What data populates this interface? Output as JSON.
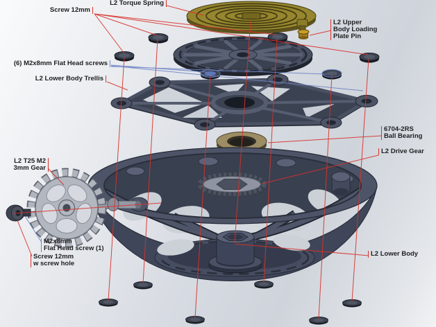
{
  "diagram_labels": {
    "screw_12mm": "Screw 12mm",
    "torque_spring": "L2 Torque Spring",
    "upper_pin_lines": [
      "L2 Upper",
      "Body Loading",
      "Plate Pin"
    ],
    "flat_head_screws": "(6) M2x8mm Flat Head screws",
    "trellis": "L2 Lower Body Trellis",
    "bearing_lines": [
      "6704-2RS",
      "Ball Bearing"
    ],
    "drive_gear": "L2 Drive Gear",
    "t25_gear_lines": [
      "L2 T25 M2",
      "3mm Gear"
    ],
    "flat_head_screw_1_lines": [
      "M2x8mm",
      "Flat Head screw (1)"
    ],
    "screw_12mm_hole_lines": [
      "Screw 12mm",
      "w screw hole"
    ],
    "lower_body": "L2 Lower Body"
  },
  "colors": {
    "leader_red": "#d9322b",
    "leader_blue": "#6d83c6",
    "spring_gold": "#96862f",
    "bearing_bronze": "#9d8d64",
    "body_slate": "#4d5468",
    "gear_gray": "#b3b7c0",
    "label_text": "#1d1e20"
  }
}
